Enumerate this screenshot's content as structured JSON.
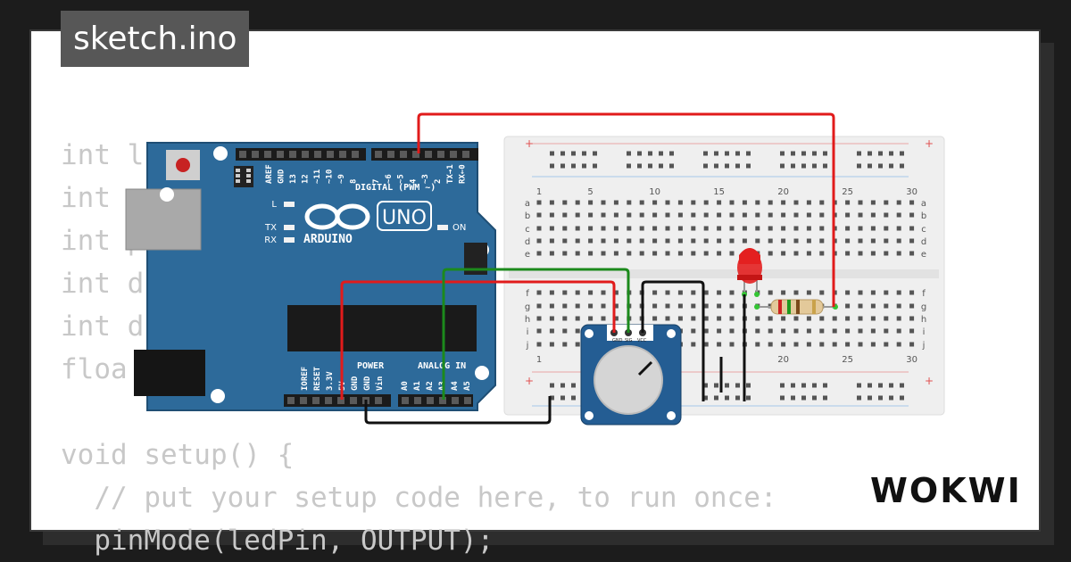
{
  "header": {
    "filename": "sketch.ino"
  },
  "brand": {
    "logo_text": "WOKWI"
  },
  "code_lines": [
    "int l",
    "int",
    "int p",
    "int d",
    "int d",
    "floa",
    "",
    "void setup() {",
    "  // put your setup code here, to run once:",
    "  pinMode(ledPin, OUTPUT);"
  ],
  "arduino": {
    "model": "UNO",
    "brand": "ARDUINO",
    "digital_header": "DIGITAL (PWM ~)",
    "digital_pins": [
      "AREF",
      "GND",
      "13",
      "12",
      "~11",
      "~10",
      "~9",
      "8",
      "7",
      "~6",
      "~5",
      "4",
      "~3",
      "2",
      "TX→1",
      "RX←0"
    ],
    "led_labels": [
      "L",
      "TX",
      "RX"
    ],
    "on_label": "ON",
    "power_header": "POWER",
    "power_pins": [
      "IOREF",
      "RESET",
      "3.3V",
      "5V",
      "GND",
      "GND",
      "Vin"
    ],
    "analog_header": "ANALOG IN",
    "analog_pins": [
      "A0",
      "A1",
      "A2",
      "A3",
      "A4",
      "A5"
    ]
  },
  "breadboard": {
    "column_numbers": [
      "1",
      "5",
      "10",
      "15",
      "20",
      "25",
      "30"
    ],
    "row_letters_top": [
      "a",
      "b",
      "c",
      "d",
      "e"
    ],
    "row_letters_bottom": [
      "f",
      "g",
      "h",
      "i",
      "j"
    ],
    "rail_plus": "+",
    "rail_minus": "-"
  },
  "potentiometer": {
    "pin_labels": [
      "GND",
      "SIG",
      "VCC"
    ]
  },
  "colors": {
    "board": "#2d6a9a",
    "wire_red": "#e11b1b",
    "wire_green": "#1c8a1c",
    "wire_black": "#111111",
    "led": "#e32020",
    "breadboard": "#efefef"
  }
}
